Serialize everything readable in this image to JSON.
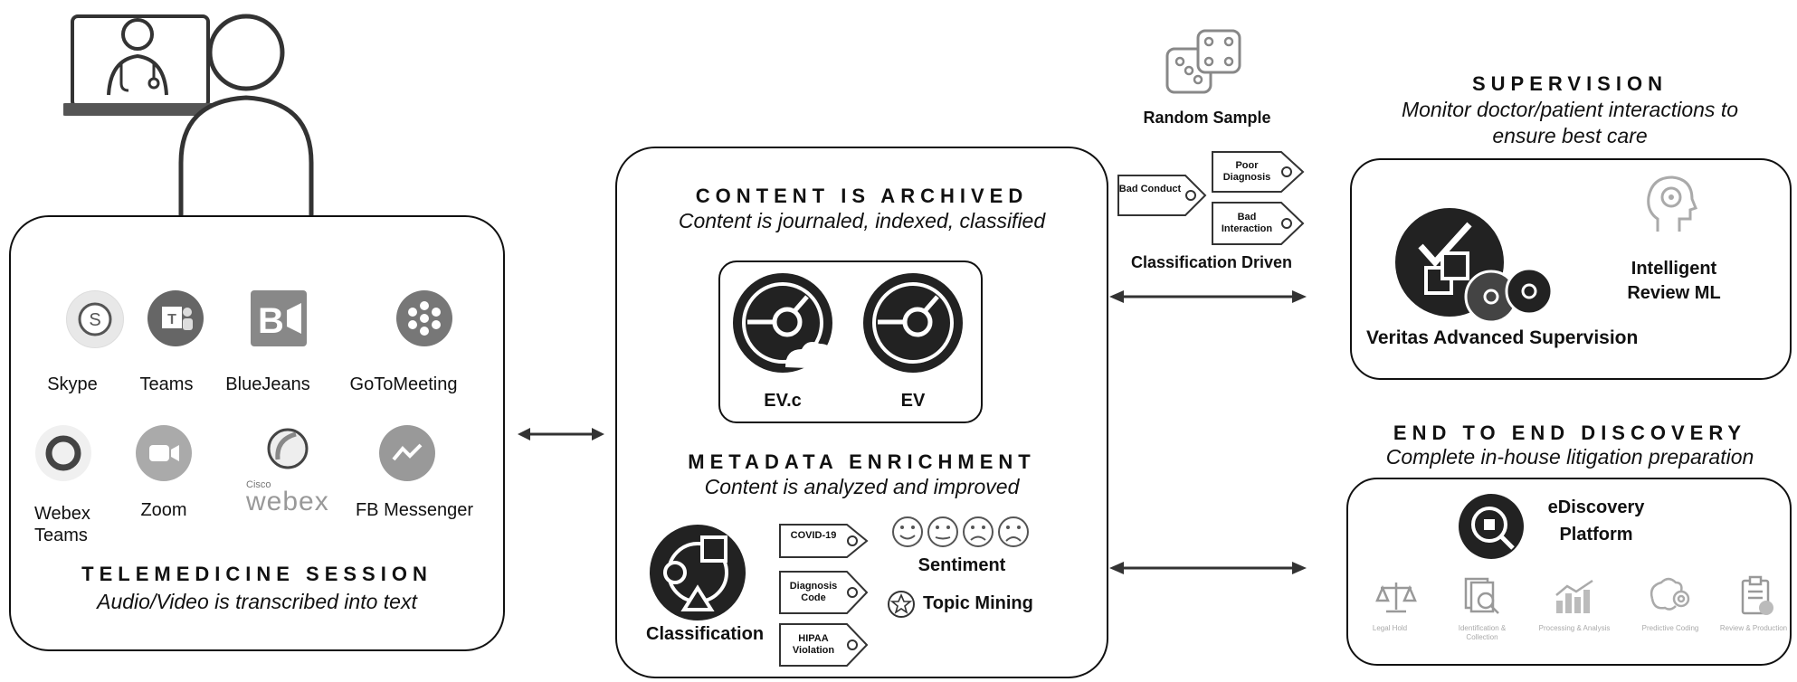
{
  "telemedicine": {
    "apps": [
      {
        "label": "Skype",
        "icon": "skype-icon"
      },
      {
        "label": "Teams",
        "icon": "teams-icon"
      },
      {
        "label": "BlueJeans",
        "icon": "bluejeans-icon"
      },
      {
        "label": "GoToMeeting",
        "icon": "gotomeeting-icon"
      },
      {
        "label": "Webex\nTeams",
        "icon": "webex-teams-icon"
      },
      {
        "label": "Zoom",
        "icon": "zoom-icon"
      },
      {
        "label": "",
        "icon": "cisco-webex-logo",
        "logo_text_small": "Cisco",
        "logo_text": "webex"
      },
      {
        "label": "FB Messenger",
        "icon": "messenger-icon"
      }
    ],
    "title": "TELEMEDICINE SESSION",
    "subtitle": "Audio/Video is transcribed into text"
  },
  "archive": {
    "title": "CONTENT IS ARCHIVED",
    "subtitle": "Content is journaled, indexed, classified",
    "products": [
      {
        "label": "EV.c",
        "icon": "ev-cloud-icon"
      },
      {
        "label": "EV",
        "icon": "ev-icon"
      }
    ],
    "enrichment_title": "METADATA ENRICHMENT",
    "enrichment_subtitle": "Content is analyzed and improved",
    "classification_label": "Classification",
    "tags": [
      "COVID-19",
      "Diagnosis Code",
      "HIPAA Violation"
    ],
    "sentiment_label": "Sentiment",
    "topic_label": "Topic Mining"
  },
  "middle": {
    "random_sample": "Random Sample",
    "tags": [
      "Bad Conduct",
      "Poor Diagnosis",
      "Bad Interaction"
    ],
    "classification_driven": "Classification Driven"
  },
  "supervision": {
    "title": "SUPERVISION",
    "subtitle_line1": "Monitor doctor/patient interactions to",
    "subtitle_line2": "ensure best care",
    "product": "Veritas Advanced Supervision",
    "ml_line1": "Intelligent",
    "ml_line2": "Review ML"
  },
  "discovery": {
    "title": "END TO END DISCOVERY",
    "subtitle": "Complete in-house litigation preparation",
    "platform_line1": "eDiscovery",
    "platform_line2": "Platform",
    "tools": [
      {
        "label": "Legal Hold",
        "icon": "scales-icon"
      },
      {
        "label": "Identification & Collection",
        "icon": "document-search-icon"
      },
      {
        "label": "Processing & Analysis",
        "icon": "chart-icon"
      },
      {
        "label": "Predictive Coding",
        "icon": "brain-gear-icon"
      },
      {
        "label": "Review & Production",
        "icon": "checklist-icon"
      }
    ]
  }
}
